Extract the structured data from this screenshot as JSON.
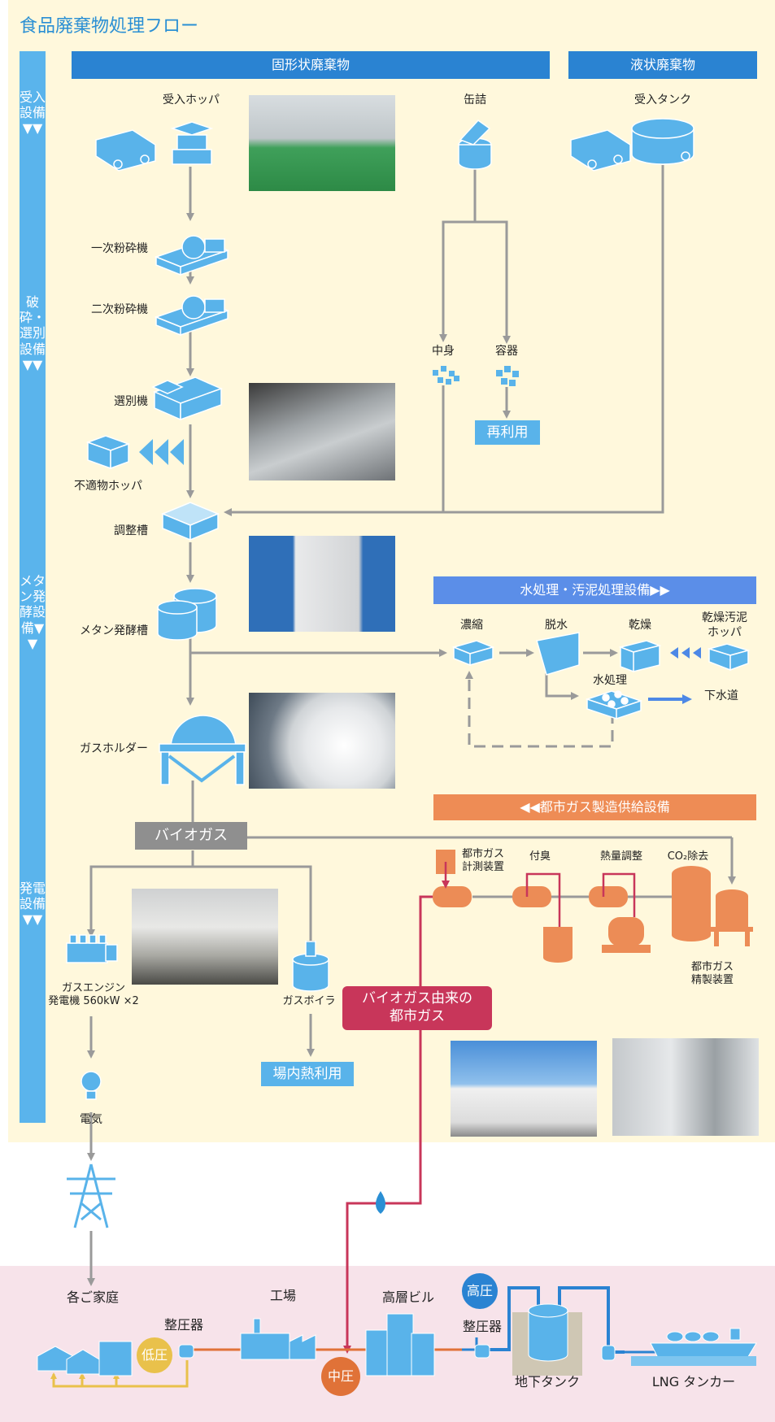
{
  "title": "食品廃棄物処理フロー",
  "stages": [
    "受入設備▼▼",
    "破砕・選別設備▼▼",
    "メタン発酵設備▼▼",
    "発電設備▼▼"
  ],
  "headers": {
    "solid": "固形状廃棄物",
    "liquid": "液状廃棄物",
    "water": "水処理・汚泥処理設備▶▶",
    "citygas": "◀◀都市ガス製造供給設備"
  },
  "labels": {
    "hopper": "受入ホッパ",
    "can": "缶詰",
    "tank": "受入タンク",
    "crusher1": "一次粉砕機",
    "crusher2": "二次粉砕機",
    "contents": "中身",
    "container": "容器",
    "reuse": "再利用",
    "separator": "選別機",
    "reject": "不適物ホッパ",
    "adjust": "調整槽",
    "methane": "メタン発酵槽",
    "thicken": "濃縮",
    "dewater": "脱水",
    "dry": "乾燥",
    "sludge_hopper": "乾燥汚泥\nホッパ",
    "water_treat": "水処理",
    "sewer": "下水道",
    "gasholder": "ガスホルダー",
    "biogas": "バイオガス",
    "meter": "都市ガス\n計測装置",
    "odor": "付臭",
    "calorie": "熱量調整",
    "co2": "CO₂除去",
    "refiner": "都市ガス\n精製装置",
    "engine": "ガスエンジン\n発電機 560kW ×2",
    "boiler": "ガスボイラ",
    "onsite": "場内熱利用",
    "bio_city": "バイオガス由来の\n都市ガス",
    "electricity": "電気",
    "homes": "各ご家庭",
    "factory": "工場",
    "highrise": "高層ビル",
    "regulator_low": "整圧器",
    "regulator_high": "整圧器",
    "low": "低圧",
    "mid": "中圧",
    "high": "高圧",
    "underground": "地下タンク",
    "lng": "LNG タンカー"
  },
  "colors": {
    "title": "#2a8fd4",
    "stage_bar": "#5ab4ec",
    "header_blue": "#2a83d2",
    "header_water": "#5b8ee8",
    "header_orange": "#ee8c55",
    "icon_blue": "#59b3ea",
    "icon_orange": "#ec8c56",
    "flow_gray": "#9a9a9a",
    "bio_red": "#c8365a",
    "panel_yellow": "#fff8dc",
    "panel_pink": "#f7e3ea",
    "gas_blue": "#2a8fd4",
    "low_badge": "#e9c14b",
    "mid_badge": "#e07238",
    "high_badge": "#2a83d2"
  },
  "photos": [
    "receiving-area-photo",
    "separator-machine-photo",
    "fermentation-tank-photo",
    "gas-holder-photo",
    "gas-engine-photo",
    "plant-exterior-photo",
    "refining-equipment-photo"
  ]
}
